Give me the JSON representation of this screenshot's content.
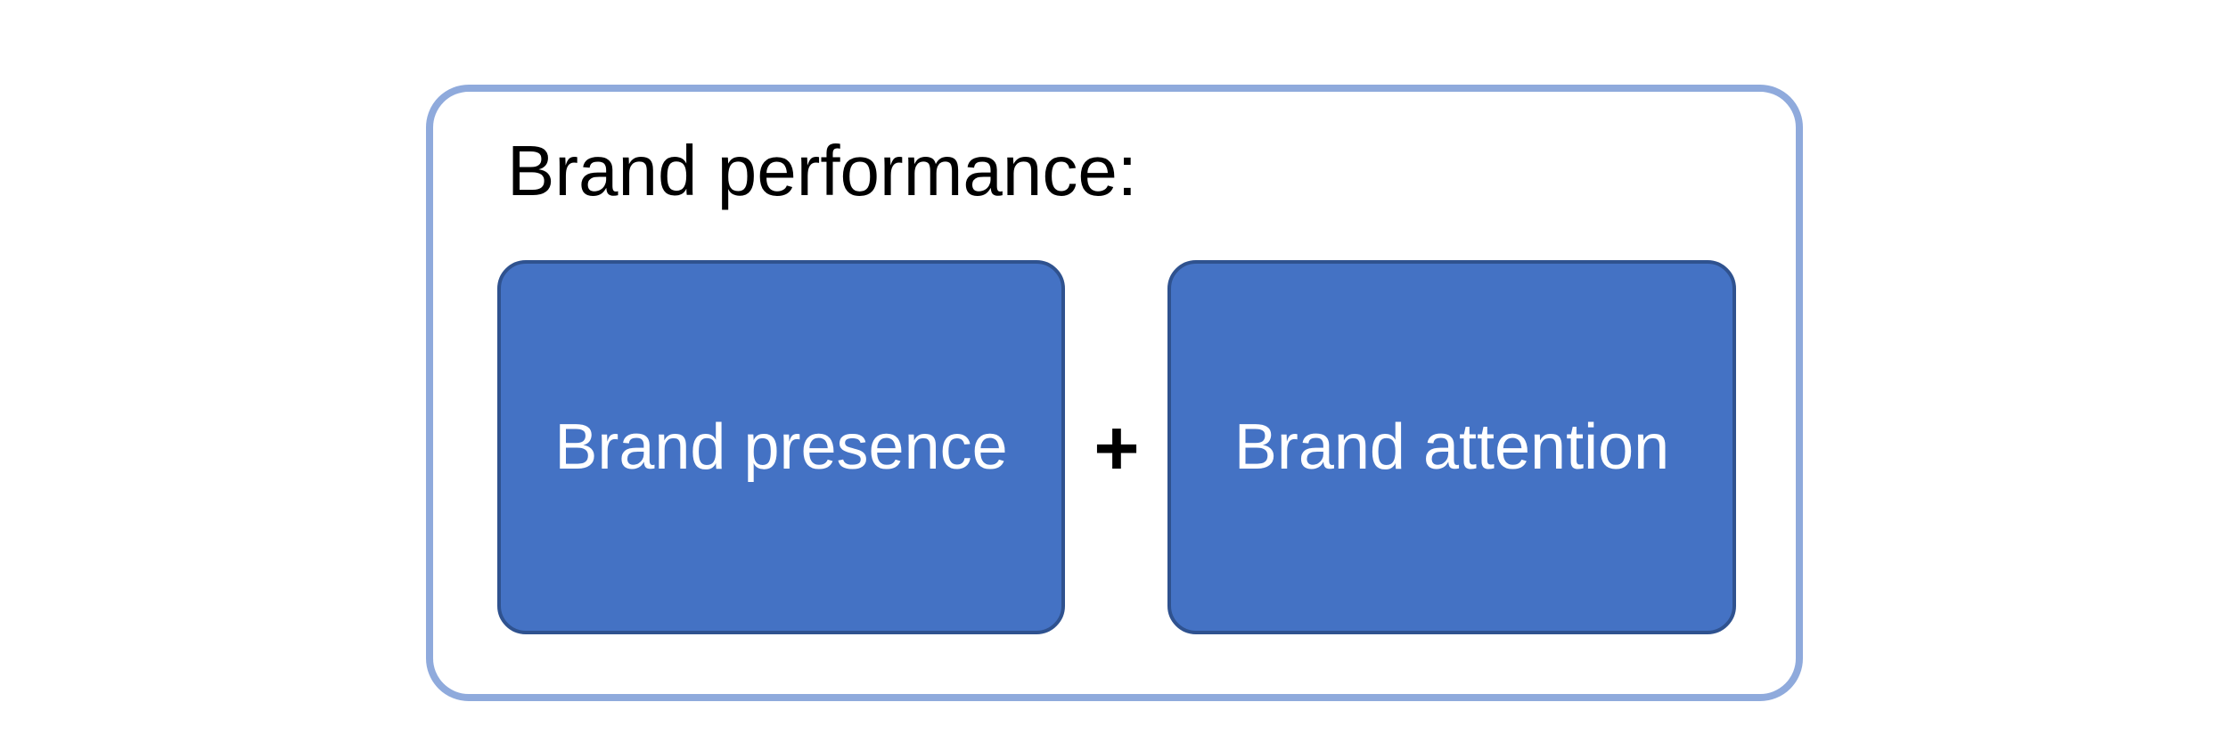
{
  "diagram": {
    "title": "Brand performance:",
    "operator": "+",
    "boxes": [
      {
        "label": "Brand presence"
      },
      {
        "label": "Brand attention"
      }
    ]
  },
  "colors": {
    "frame_border": "#8FAADC",
    "box_fill": "#4472C4",
    "box_border": "#2F528F",
    "box_text": "#FFFFFF",
    "title_text": "#000000",
    "operator_color": "#000000",
    "background": "#FFFFFF"
  }
}
